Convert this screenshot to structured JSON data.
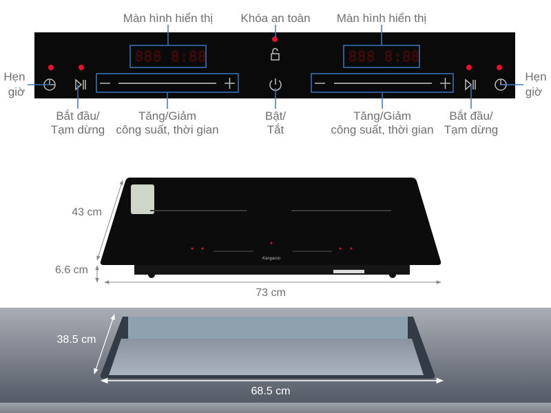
{
  "control_panel": {
    "labels": {
      "display_left": "Màn hình hiển thị",
      "display_right": "Màn hình hiển thị",
      "lock": "Khóa an toàn",
      "timer_left": [
        "Hẹn",
        "giờ"
      ],
      "timer_right": [
        "Hẹn",
        "giờ"
      ],
      "start_pause_left": [
        "Bắt đầu/",
        "Tạm dừng"
      ],
      "start_pause_right": [
        "Bắt đầu/",
        "Tạm dừng"
      ],
      "adjust_left": [
        "Tăng/Giảm",
        "công suất, thời gian"
      ],
      "adjust_right": [
        "Tăng/Giảm",
        "công suất, thời gian"
      ],
      "power": [
        "Bật/",
        "Tắt"
      ]
    },
    "display_left_value": "888 8:88",
    "display_right_value": "888 8:88",
    "icons": [
      "clock-icon",
      "play-pause-icon",
      "minus-icon",
      "plus-icon",
      "lock-icon",
      "power-icon"
    ],
    "colors": {
      "panel": "#0a0a0a",
      "leader": "#3a78c0",
      "indicator": "#e8102e"
    }
  },
  "cooktop": {
    "brand": "Kangaroo",
    "dimensions": {
      "depth": "43 cm",
      "height": "6.6 cm",
      "width": "73 cm"
    }
  },
  "cutout": {
    "dimensions": {
      "depth": "38.5 cm",
      "width": "68.5 cm"
    }
  }
}
